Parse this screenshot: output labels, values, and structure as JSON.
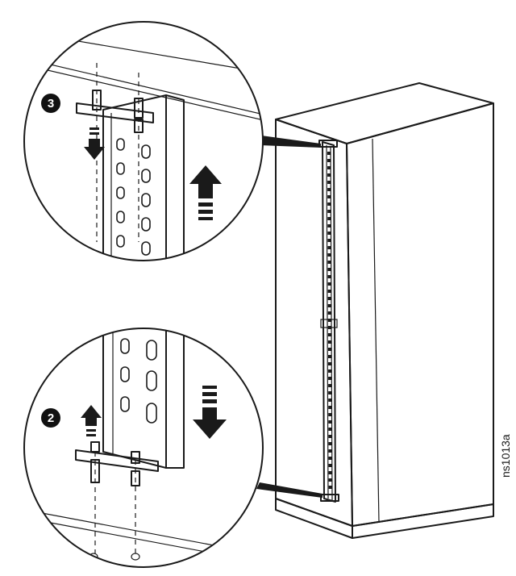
{
  "callouts": {
    "step_upper": "3",
    "step_lower": "2"
  },
  "figure_code": "ns1013a",
  "colors": {
    "line": "#1a1a1a",
    "background": "#ffffff",
    "cabinet_shade": "#ececec",
    "callout_fill": "#111111"
  }
}
